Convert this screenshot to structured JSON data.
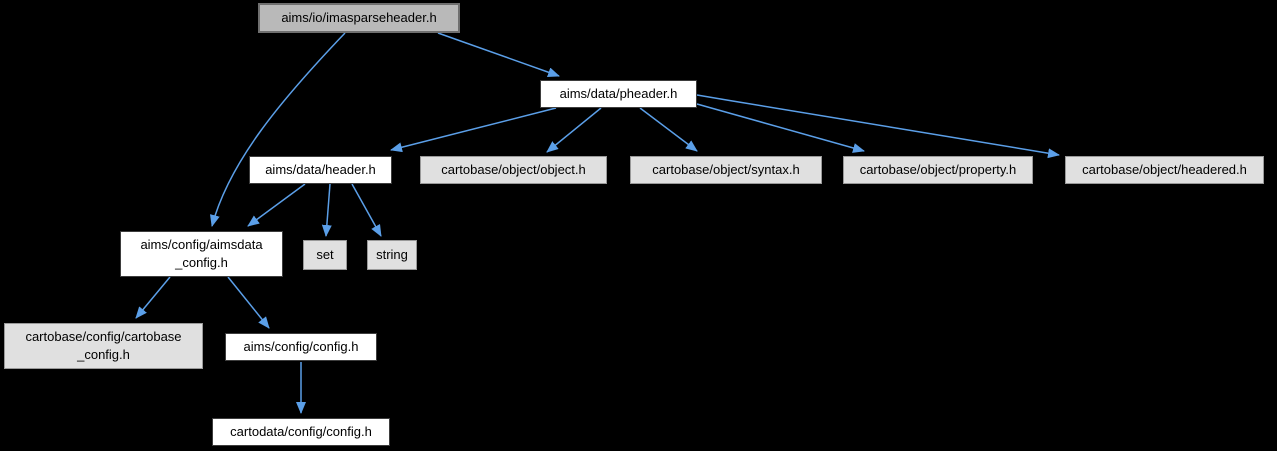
{
  "diagram": {
    "type": "include-dependency-graph",
    "title": "aims/io/imasparseheader.h include graph",
    "colors": {
      "background": "#000000",
      "edge": "#5b9fe8",
      "main_node_fill": "#b9b9b9",
      "main_node_border": "#6f6f6f",
      "node_fill": "#ffffff",
      "node_border": "#3d3d3d",
      "leaf_fill": "#e0e0e0",
      "leaf_border": "#999999",
      "text": "#000000"
    },
    "nodes": [
      {
        "id": "imasparseheader",
        "label": "aims/io/imasparseheader.h",
        "role": "main"
      },
      {
        "id": "pheader",
        "label": "aims/data/pheader.h",
        "role": "linked"
      },
      {
        "id": "header",
        "label": "aims/data/header.h",
        "role": "linked"
      },
      {
        "id": "object",
        "label": "cartobase/object/object.h",
        "role": "leaf"
      },
      {
        "id": "syntax",
        "label": "cartobase/object/syntax.h",
        "role": "leaf"
      },
      {
        "id": "property",
        "label": "cartobase/object/property.h",
        "role": "leaf"
      },
      {
        "id": "headered",
        "label": "cartobase/object/headered.h",
        "role": "leaf"
      },
      {
        "id": "aimsdata_config",
        "label": "aims/config/aimsdata\n_config.h",
        "role": "linked"
      },
      {
        "id": "set",
        "label": "set",
        "role": "leaf"
      },
      {
        "id": "string",
        "label": "string",
        "role": "leaf"
      },
      {
        "id": "cartobase_config",
        "label": "cartobase/config/cartobase\n_config.h",
        "role": "leaf"
      },
      {
        "id": "aims_config",
        "label": "aims/config/config.h",
        "role": "linked"
      },
      {
        "id": "cartodata_config",
        "label": "cartodata/config/config.h",
        "role": "linked"
      }
    ],
    "edges": [
      {
        "from": "aims/io/imasparseheader.h",
        "to": "aims/data/pheader.h"
      },
      {
        "from": "aims/io/imasparseheader.h",
        "to": "aims/config/aimsdata_config.h"
      },
      {
        "from": "aims/data/pheader.h",
        "to": "aims/data/header.h"
      },
      {
        "from": "aims/data/pheader.h",
        "to": "cartobase/object/object.h"
      },
      {
        "from": "aims/data/pheader.h",
        "to": "cartobase/object/syntax.h"
      },
      {
        "from": "aims/data/pheader.h",
        "to": "cartobase/object/property.h"
      },
      {
        "from": "aims/data/pheader.h",
        "to": "cartobase/object/headered.h"
      },
      {
        "from": "aims/data/header.h",
        "to": "aims/config/aimsdata_config.h"
      },
      {
        "from": "aims/data/header.h",
        "to": "set"
      },
      {
        "from": "aims/data/header.h",
        "to": "string"
      },
      {
        "from": "aims/config/aimsdata_config.h",
        "to": "cartobase/config/cartobase_config.h"
      },
      {
        "from": "aims/config/aimsdata_config.h",
        "to": "aims/config/config.h"
      },
      {
        "from": "aims/config/config.h",
        "to": "cartodata/config/config.h"
      }
    ]
  }
}
